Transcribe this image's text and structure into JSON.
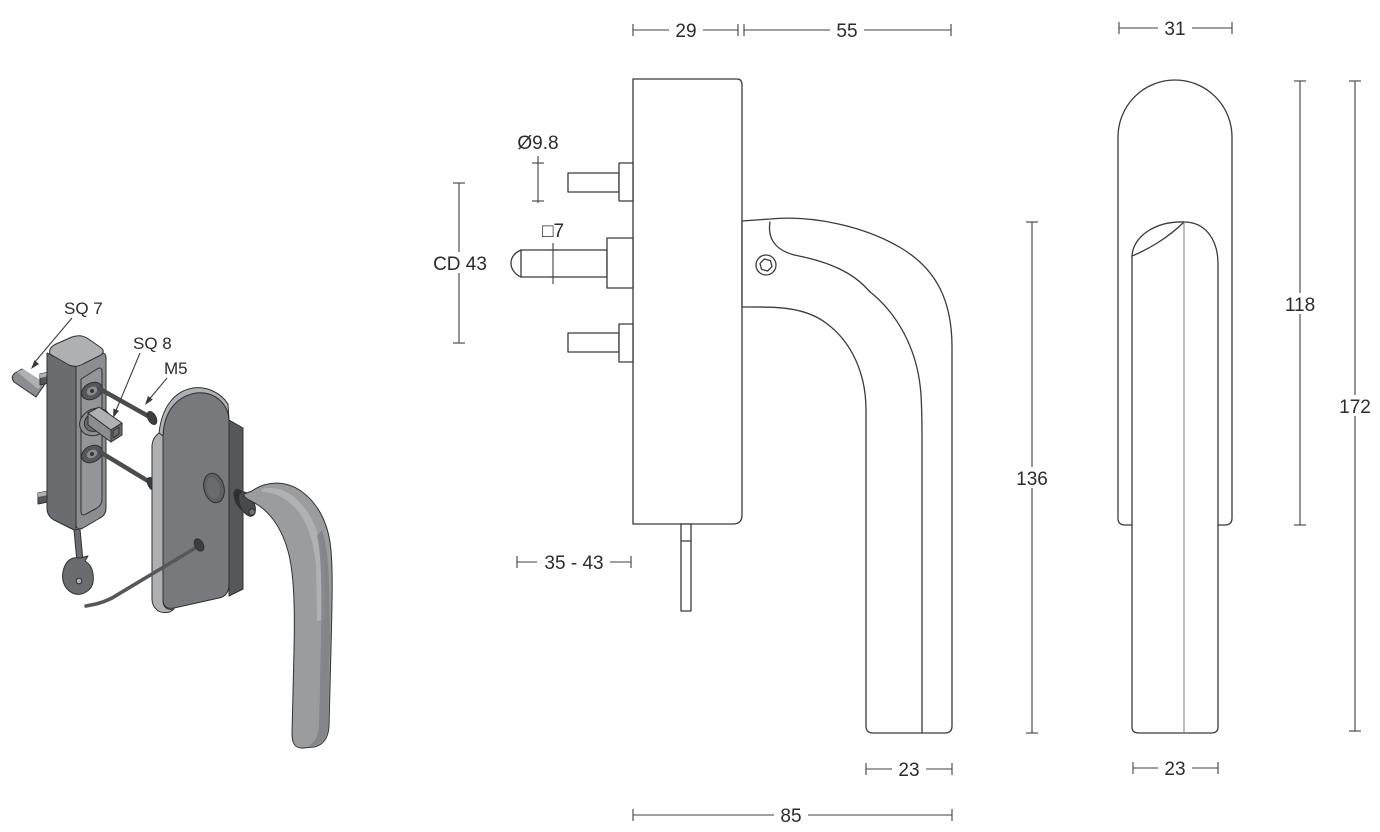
{
  "iso": {
    "labels": {
      "sq7": "SQ 7",
      "sq8": "SQ 8",
      "m5": "M5"
    }
  },
  "side": {
    "dims": {
      "body_width": "29",
      "reach": "55",
      "head_dia": "Ø9.8",
      "spindle_sq": "□7",
      "centers": "CD 43",
      "clamp_range": "35 - 43",
      "height": "136",
      "grip_w": "23",
      "total_w": "85"
    }
  },
  "front": {
    "dims": {
      "width": "31",
      "body_h": "118",
      "total_h": "172",
      "grip_w": "23"
    }
  },
  "colors": {
    "line": "#3a3a3a",
    "dim": "#3f3f3f",
    "text": "#2b2b2b",
    "bg": "#ffffff",
    "metal-light": "#aeb0b2",
    "metal-mid": "#8b8d90",
    "metal-face": "#77797c",
    "metal-dark": "#6a6c6f",
    "metal-darker": "#55575a",
    "edge": "#2e3032",
    "grip": "#9a9c9e",
    "grip-hi": "#b6b8ba",
    "grip-sh": "#7e8082",
    "hole": "#3c3e40"
  }
}
